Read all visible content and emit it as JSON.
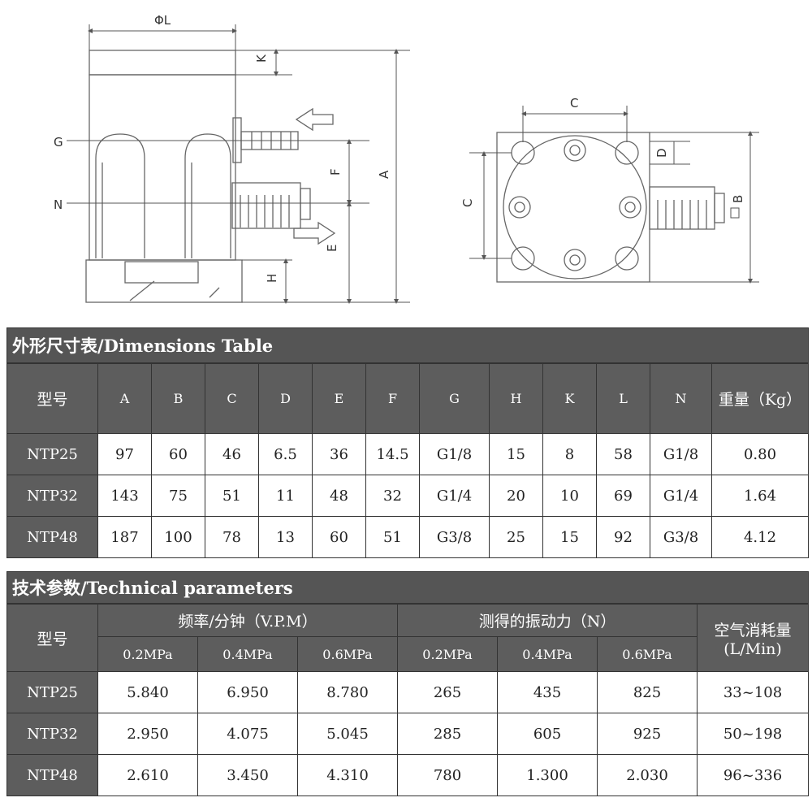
{
  "drawing": {
    "side_labels": {
      "phiL": "ΦL",
      "K": "K",
      "G": "G",
      "N": "N",
      "F": "F",
      "A": "A",
      "E": "E",
      "H": "H"
    },
    "top_labels": {
      "C_top": "C",
      "C_left": "C",
      "D": "D",
      "B": "B"
    }
  },
  "dimensions": {
    "title": "外形尺寸表/Dimensions Table",
    "headers": [
      "型号",
      "A",
      "B",
      "C",
      "D",
      "E",
      "F",
      "G",
      "H",
      "K",
      "L",
      "N",
      "重量（Kg）"
    ],
    "rows": [
      {
        "model": "NTP25",
        "cells": [
          "97",
          "60",
          "46",
          "6.5",
          "36",
          "14.5",
          "G1/8",
          "15",
          "8",
          "58",
          "G1/8",
          "0.80"
        ]
      },
      {
        "model": "NTP32",
        "cells": [
          "143",
          "75",
          "51",
          "11",
          "48",
          "32",
          "G1/4",
          "20",
          "10",
          "69",
          "G1/4",
          "1.64"
        ]
      },
      {
        "model": "NTP48",
        "cells": [
          "187",
          "100",
          "78",
          "13",
          "60",
          "51",
          "G3/8",
          "25",
          "15",
          "92",
          "G3/8",
          "4.12"
        ]
      }
    ]
  },
  "technical": {
    "title": "技术参数/Technical parameters",
    "model_header": "型号",
    "freq_header": "频率/分钟（V.P.M）",
    "force_header": "测得的振动力（N）",
    "air_header_1": "空气消耗量",
    "air_header_2": "(L/Min)",
    "pressures": [
      "0.2MPa",
      "0.4MPa",
      "0.6MPa"
    ],
    "rows": [
      {
        "model": "NTP25",
        "freq": [
          "5.840",
          "6.950",
          "8.780"
        ],
        "force": [
          "265",
          "435",
          "825"
        ],
        "air": "33~108"
      },
      {
        "model": "NTP32",
        "freq": [
          "2.950",
          "4.075",
          "5.045"
        ],
        "force": [
          "285",
          "605",
          "925"
        ],
        "air": "50~198"
      },
      {
        "model": "NTP48",
        "freq": [
          "2.610",
          "3.450",
          "4.310"
        ],
        "force": [
          "780",
          "1.300",
          "2.030"
        ],
        "air": "96~336"
      }
    ]
  }
}
